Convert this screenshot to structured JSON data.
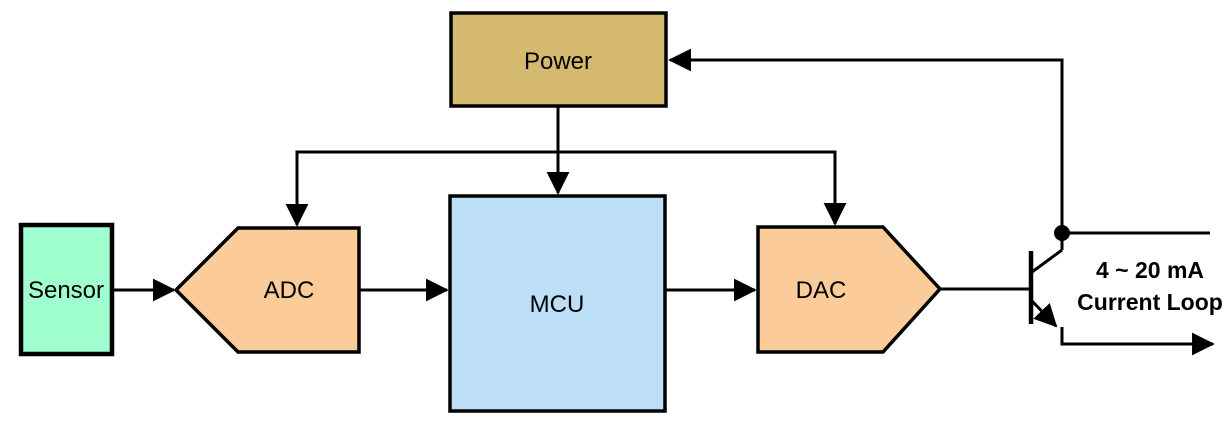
{
  "colors": {
    "background": "#ffffff",
    "line": "#000000",
    "text": "#000000",
    "junction": "#000000"
  },
  "blocks": {
    "power": {
      "label": "Power",
      "fill": "#D5B96F"
    },
    "sensor": {
      "label": "Sensor",
      "fill": "#9FFFCF"
    },
    "adc": {
      "label": "ADC",
      "fill": "#FBCB99"
    },
    "mcu": {
      "label": "MCU",
      "fill": "#BCDEF7"
    },
    "dac": {
      "label": "DAC",
      "fill": "#FBCB99"
    }
  },
  "annotations": {
    "current_loop": {
      "line1": "4 ~ 20 mA",
      "line2": "Current Loop"
    }
  },
  "connections": [
    {
      "from": "sensor",
      "to": "adc",
      "arrow": true
    },
    {
      "from": "adc",
      "to": "mcu",
      "arrow": true
    },
    {
      "from": "mcu",
      "to": "dac",
      "arrow": true
    },
    {
      "from": "dac",
      "to": "transistor-base",
      "arrow": false
    },
    {
      "from": "power",
      "to": "mcu",
      "arrow": true
    },
    {
      "from": "power",
      "to": "adc",
      "arrow": true
    },
    {
      "from": "power",
      "to": "dac",
      "arrow": true
    },
    {
      "from": "current-loop",
      "to": "power",
      "arrow": true
    },
    {
      "from": "transistor-emitter",
      "to": "current-loop-output",
      "arrow": true
    }
  ]
}
